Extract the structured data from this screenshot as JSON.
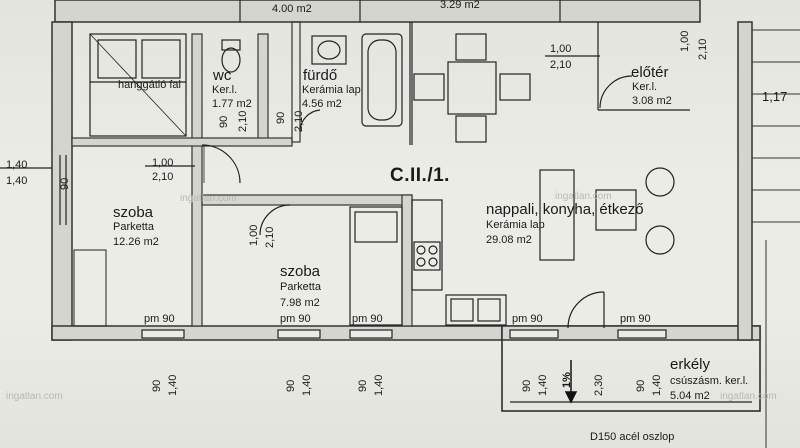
{
  "header": {
    "area_top_left": "4.00 m2",
    "area_top_right": "3.29 m2"
  },
  "unit": {
    "title": "C.II./1."
  },
  "rooms": {
    "wc": {
      "name": "wc",
      "floor": "Ker.l.",
      "area": "1.77 m2"
    },
    "furdo": {
      "name": "fürdő",
      "floor": "Kerámia lap",
      "area": "4.56 m2"
    },
    "eloter": {
      "name": "előtér",
      "floor": "Ker.l.",
      "area": "3.08 m2"
    },
    "szoba1": {
      "name": "szoba",
      "floor": "Parketta",
      "area": "12.26 m2"
    },
    "szoba2": {
      "name": "szoba",
      "floor": "Parketta",
      "area": "7.98 m2"
    },
    "nappali": {
      "name": "nappali, konyha, étkező",
      "floor": "Kerámia lap",
      "area": "29.08 m2"
    },
    "erkely": {
      "name": "erkély",
      "floor": "csúszásm. ker.l.",
      "area": "5.04 m2"
    }
  },
  "notes": {
    "hanggatlo": "hanggátló fal",
    "column": "D150 acél oszlop",
    "stair_level": "1,17",
    "slope": "1%"
  },
  "dims": {
    "d_100": "1,00",
    "d_210": "2,10",
    "d_140": "1,40",
    "d_90": "90",
    "d_230": "2,30",
    "pm": "pm",
    "a": [
      "1,00",
      "2,10",
      "1,40",
      "1,40",
      "1,00",
      "2,10",
      "1,00",
      "2,10"
    ],
    "v90": [
      "90",
      "90",
      "90",
      "90",
      "90",
      "90",
      "90",
      "90"
    ],
    "v140": [
      "1,40",
      "1,40",
      "1,40",
      "1,40",
      "1,40",
      "1,40"
    ],
    "v210": [
      "2,10",
      "2,10"
    ]
  },
  "watermark": "ingatlan.com"
}
